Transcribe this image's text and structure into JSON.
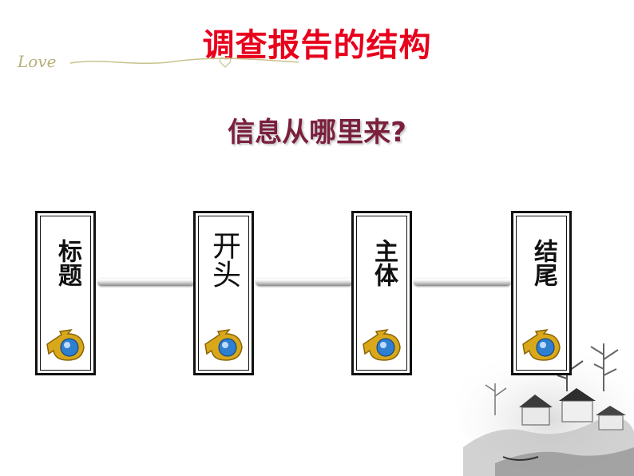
{
  "slide": {
    "title": "调查报告的结构",
    "decoration_text": "Love",
    "subtitle": "信息从哪里来?",
    "cards": [
      {
        "label": "标题",
        "icon": "blender-logo-icon"
      },
      {
        "label": "开头",
        "icon": "blender-logo-icon"
      },
      {
        "label": "主体",
        "icon": "blender-logo-icon"
      },
      {
        "label": "结尾",
        "icon": "blender-logo-icon"
      }
    ]
  },
  "colors": {
    "title": "#e8001c",
    "subtitle": "#7a1f3c",
    "card_border": "#111111"
  }
}
